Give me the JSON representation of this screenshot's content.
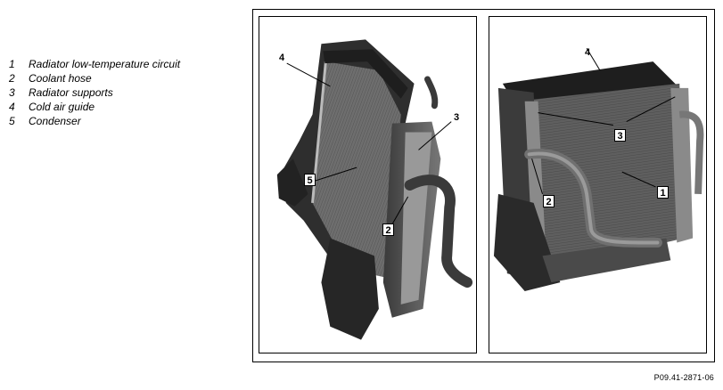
{
  "legend": [
    {
      "number": "1",
      "label": "Radiator low-temperature circuit"
    },
    {
      "number": "2",
      "label": "Coolant hose"
    },
    {
      "number": "3",
      "label": "Radiator supports"
    },
    {
      "number": "4",
      "label": "Cold air guide"
    },
    {
      "number": "5",
      "label": "Condenser"
    }
  ],
  "left_panel": {
    "callouts": {
      "c4": "4",
      "c3": "3",
      "c5": "5",
      "c2": "2"
    }
  },
  "right_panel": {
    "callouts": {
      "c4": "4",
      "c3": "3",
      "c2": "2",
      "c1": "1"
    }
  },
  "figure_id": "P09.41-2871-06"
}
